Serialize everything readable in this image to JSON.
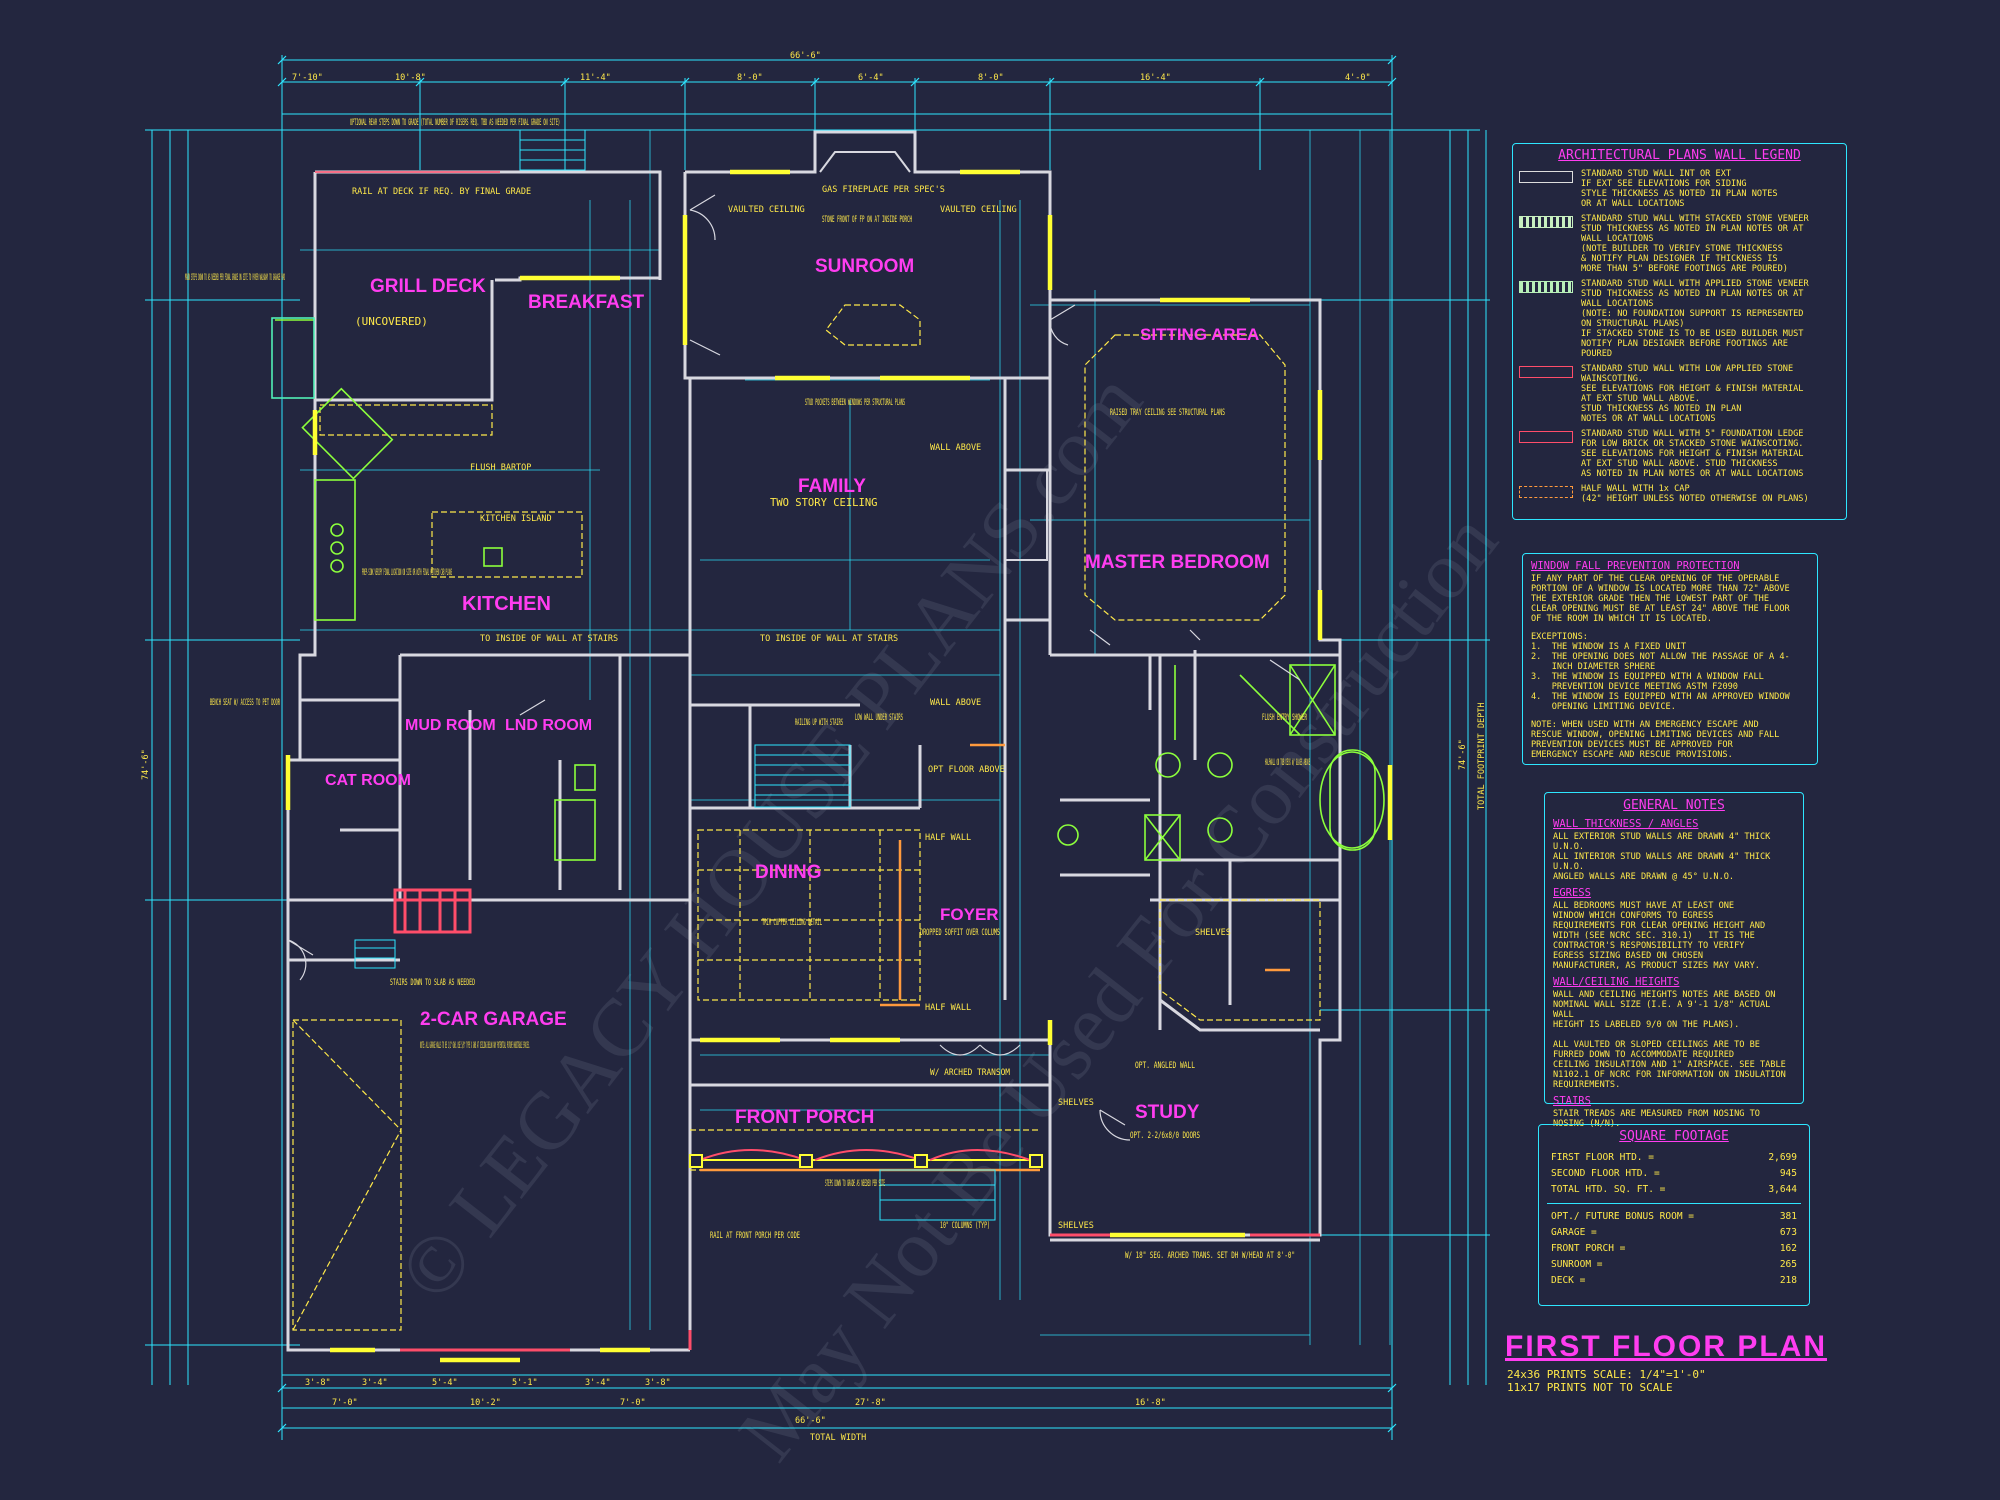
{
  "plan_title": "FIRST FLOOR PLAN",
  "scale_notes": [
    "24x36 PRINTS SCALE: 1/4\"=1'-0\"",
    "11x17 PRINTS NOT TO SCALE"
  ],
  "watermark": [
    "© LEGACY HOUSE PLANS.com",
    "May Not Be Used For Construction"
  ],
  "rooms": {
    "grill_deck": "GRILL DECK",
    "uncovered": "(UNCOVERED)",
    "breakfast": "BREAKFAST",
    "sunroom": "SUNROOM",
    "sitting_area": "SITTING AREA",
    "family": "FAMILY",
    "two_story": "TWO STORY CEILING",
    "kitchen": "KITCHEN",
    "master_bedroom": "MASTER BEDROOM",
    "mud_room": "MUD ROOM",
    "lnd_room": "LND ROOM",
    "cat_room": "CAT ROOM",
    "dining": "DINING",
    "foyer": "FOYER",
    "garage": "2-CAR GARAGE",
    "front_porch": "FRONT PORCH",
    "study": "STUDY"
  },
  "overall_dims": {
    "top_total": "66'-6\"",
    "bottom_total": "66'-6\"",
    "total_width": "TOTAL WIDTH",
    "right_total": "74'-6\"",
    "total_depth": "TOTAL FOOTPRINT DEPTH",
    "left_total": "74'-6\""
  },
  "top_dims": [
    "7'-10\"",
    "10'-8\"",
    "11'-4\"",
    "8'-0\"",
    "6'-4\"",
    "8'-0\"",
    "16'-4\"",
    "4'-0\""
  ],
  "bottom_dims": [
    "3'-8\"",
    "3'-4\"",
    "5'-4\"",
    "5'-1\"",
    "3'-4\"",
    "3'-8\""
  ],
  "bottom_dims2": [
    "7'-0\"",
    "10'-2\"",
    "7'-0\"",
    "27'-8\"",
    "16'-8\""
  ],
  "plan_notes": [
    "OPTIONAL REAR STEPS DOWN TO GRADE (TOTAL NUMBER OF RISERS REQ. TBD AS NEEDED PER FINAL GRADE ON SITE)",
    "RAIL AT DECK IF REQ. BY FINAL GRADE",
    "MAIN STEPS DOWN TO AS NEEDED PER FINAL GRADE ON SITE TO PAVER WALKWAY TO GARAGE PAD",
    "GAS FIREPLACE PER SPEC'S",
    "STONE FRONT OF FP ON AT INSIDE PORCH",
    "VAULTED CEILING",
    "RAISED TRAY CEILING SEE STRUCTURAL PLANS",
    "STUD POCKETS BETWEEN WINDOWS PER STRUCTURAL PLANS",
    "FLUSH BARTOP",
    "KITCHEN ISLAND",
    "PREP-SINK VERIFY FINAL LOCATION ON SITE OR WITH FINAL KITCHEN CAB PLANS",
    "TO INSIDE OF WALL AT STAIRS",
    "BENCH SEAT W/ ACCESS TO PET DOOR",
    "RAILING UP WITH STAIRS",
    "LOW WALL UNDER STAIRS",
    "OPT FLOOR ABOVE",
    "WALL ABOVE",
    "TRIM COFFER CEILING DETAIL",
    "DROPPED SOFFIT OVER COLUMS",
    "STAIRS DOWN TO SLAB AS NEEDED",
    "NOTE: ALL GARAGE WALLS TO BE 1/2\" GWB. USE 5/8\" TYPE X GWB AT CEILING BELOW ANY POTENTIAL FUTURE HABITABLE SPACES.",
    "RAIL AT FRONT PORCH PER CODE",
    "STEPS DOWN TO GRADE AS NEEDED PER SITE",
    "10\" COLUMNS (TYP)",
    "W/ 18\" SEG. ARCHED TRANS. SET DH W/HEAD AT 8'-0\"",
    "HALF WALL",
    "OPT. ANGLED WALL",
    "FLUSH ENTRY SHOWER",
    "HALFWALL ON TUB DECK W/ GLASS ABOVE",
    "SHELVES",
    "OPT. 2-2/6x8/0 DOORS",
    "W/ ARCHED TRANSOM"
  ],
  "legend": {
    "title": "ARCHITECTURAL PLANS WALL LEGEND",
    "items": [
      {
        "color": "#dddddd",
        "text": "STANDARD STUD WALL INT OR EXT\nIF EXT SEE ELEVATIONS FOR SIDING\nSTYLE THICKNESS AS NOTED IN PLAN NOTES\nOR AT WALL LOCATIONS"
      },
      {
        "color": "#c8f0c0",
        "text": "STANDARD STUD WALL WITH STACKED STONE VENEER\nSTUD THICKNESS AS NOTED IN PLAN NOTES OR AT\nWALL LOCATIONS\n(NOTE BUILDER TO VERIFY STONE THICKNESS\n& NOTIFY PLAN DESIGNER IF THICKNESS IS\nMORE THAN 5\" BEFORE FOOTINGS ARE POURED)"
      },
      {
        "color": "#b8f0b8",
        "text": "STANDARD STUD WALL WITH APPLIED STONE VENEER\nSTUD THICKNESS AS NOTED IN PLAN NOTES OR AT\nWALL LOCATIONS\n(NOTE: NO FOUNDATION SUPPORT IS REPRESENTED\nON STRUCTURAL PLANS)\nIF STACKED STONE IS TO BE USED BUILDER MUST\nNOTIFY PLAN DESIGNER BEFORE FOOTINGS ARE\nPOURED"
      },
      {
        "color": "#ff4d6a",
        "text": "STANDARD STUD WALL WITH LOW APPLIED STONE\nWAINSCOTING.\nSEE ELEVATIONS FOR HEIGHT & FINISH MATERIAL\nAT EXT STUD WALL ABOVE.\nSTUD THICKNESS AS NOTED IN PLAN\nNOTES OR AT WALL LOCATIONS"
      },
      {
        "color": "#ff4d6a",
        "text": "STANDARD STUD WALL WITH 5\" FOUNDATION LEDGE\nFOR LOW BRICK OR STACKED STONE WAINSCOTING.\nSEE ELEVATIONS FOR HEIGHT & FINISH MATERIAL\nAT EXT STUD WALL ABOVE. STUD THICKNESS\nAS NOTED IN PLAN NOTES OR AT WALL LOCATIONS"
      },
      {
        "color": "#ff9a3d",
        "text": "HALF WALL WITH 1x CAP\n(42\" HEIGHT UNLESS NOTED OTHERWISE ON PLANS)"
      }
    ]
  },
  "window_fall": {
    "title": "WINDOW FALL PREVENTION PROTECTION",
    "body": "IF ANY PART OF THE CLEAR OPENING OF THE OPERABLE\nPORTION OF A WINDOW IS LOCATED MORE THAN 72\" ABOVE\nTHE EXTERIOR GRADE THEN THE LOWEST PART OF THE\nCLEAR OPENING MUST BE AT LEAST 24\" ABOVE THE FLOOR\nOF THE ROOM IN WHICH IT IS LOCATED.",
    "exceptions": "EXCEPTIONS:\n1.  THE WINDOW IS A FIXED UNIT\n2.  THE OPENING DOES NOT ALLOW THE PASSAGE OF A 4-\n    INCH DIAMETER SPHERE\n3.  THE WINDOW IS EQUIPPED WITH A WINDOW FALL\n    PREVENTION DEVICE MEETING ASTM F2090\n4.  THE WINDOW IS EQUIPPED WITH AN APPROVED WINDOW\n    OPENING LIMITING DEVICE.",
    "note": "NOTE: WHEN USED WITH AN EMERGENCY ESCAPE AND\nRESCUE WINDOW, OPENING LIMITING DEVICES AND FALL\nPREVENTION DEVICES MUST BE APPROVED FOR\nEMERGENCY ESCAPE AND RESCUE PROVISIONS."
  },
  "general_notes": {
    "title": "GENERAL NOTES",
    "s1": "WALL THICKNESS / ANGLES",
    "t1": "ALL EXTERIOR STUD WALLS ARE DRAWN 4\" THICK U.N.O.\nALL INTERIOR STUD WALLS ARE DRAWN 4\" THICK U.N.O.\nANGLED WALLS ARE DRAWN @ 45° U.N.O.",
    "s2": "EGRESS",
    "t2": "ALL BEDROOMS MUST HAVE AT LEAST ONE\nWINDOW WHICH CONFORMS TO EGRESS\nREQUIREMENTS FOR CLEAR OPENING HEIGHT AND\nWIDTH (SEE NCRC SEC. 310.1)   IT IS THE\nCONTRACTOR'S RESPONSIBILITY TO VERIFY\nEGRESS SIZING BASED ON CHOSEN\nMANUFACTURER, AS PRODUCT SIZES MAY VARY.",
    "s3": "WALL/CEILING HEIGHTS",
    "t3": "WALL AND CEILING HEIGHTS NOTES ARE BASED ON\nNOMINAL WALL SIZE (I.E. A 9'-1 1/8\" ACTUAL WALL\nHEIGHT IS LABELED 9/0 ON THE PLANS).\n\nALL VAULTED OR SLOPED CEILINGS ARE TO BE\nFURRED DOWN TO ACCOMMODATE REQUIRED\nCEILING INSULATION AND 1\" AIRSPACE. SEE TABLE\nN1102.1 OF NCRC FOR INFORMATION ON INSULATION\nREQUIREMENTS.",
    "s4": "STAIRS",
    "t4": "STAIR TREADS ARE MEASURED FROM NOSING TO\nNOSING (N/N)."
  },
  "square_footage": {
    "title": "SQUARE FOOTAGE",
    "rows1": [
      {
        "label": "FIRST FLOOR HTD. =",
        "value": "2,699"
      },
      {
        "label": "SECOND FLOOR HTD. =",
        "value": "945"
      },
      {
        "label": "TOTAL HTD. SQ. FT. =",
        "value": "3,644"
      }
    ],
    "rows2": [
      {
        "label": "OPT./ FUTURE BONUS ROOM =",
        "value": "381"
      },
      {
        "label": "GARAGE =",
        "value": "673"
      },
      {
        "label": "FRONT PORCH =",
        "value": "162"
      },
      {
        "label": "SUNROOM =",
        "value": "265"
      },
      {
        "label": "DECK =",
        "value": "218"
      }
    ]
  },
  "colors": {
    "background": "#23263f",
    "dimension": "#2ee6ff",
    "wall": "#d8d8e0",
    "room_label": "#ff3df0",
    "notes": "#ffe94a",
    "stone": "#8cff3c",
    "window": "#ffff33",
    "brick": "#ff4d6a"
  }
}
